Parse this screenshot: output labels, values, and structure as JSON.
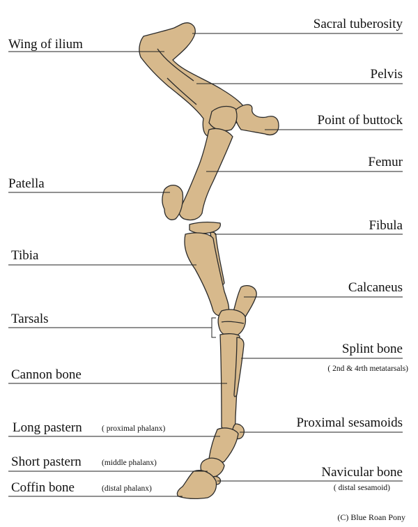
{
  "diagram": {
    "bone_color": "#d7b98c",
    "outline_color": "#2a2a2a",
    "labels": {
      "sacral_tuberosity": "Sacral tuberosity",
      "wing_of_ilium": "Wing of ilium",
      "pelvis": "Pelvis",
      "point_of_buttock": "Point of buttock",
      "femur": "Femur",
      "patella": "Patella",
      "fibula": "Fibula",
      "tibia": "Tibia",
      "calcaneus": "Calcaneus",
      "tarsals": "Tarsals",
      "splint_bone": "Splint bone",
      "splint_bone_note": "( 2nd & 4rth metatarsals)",
      "cannon_bone": "Cannon bone",
      "long_pastern": "Long pastern",
      "long_pastern_note": "( proximal phalanx)",
      "proximal_sesamoids": "Proximal sesamoids",
      "short_pastern": "Short pastern",
      "short_pastern_note": "(middle phalanx)",
      "navicular_bone": "Navicular bone",
      "navicular_bone_note": "( distal sesamoid)",
      "coffin_bone": "Coffin bone",
      "coffin_bone_note": "(distal phalanx)"
    },
    "credit": "(C) Blue Roan Pony"
  }
}
